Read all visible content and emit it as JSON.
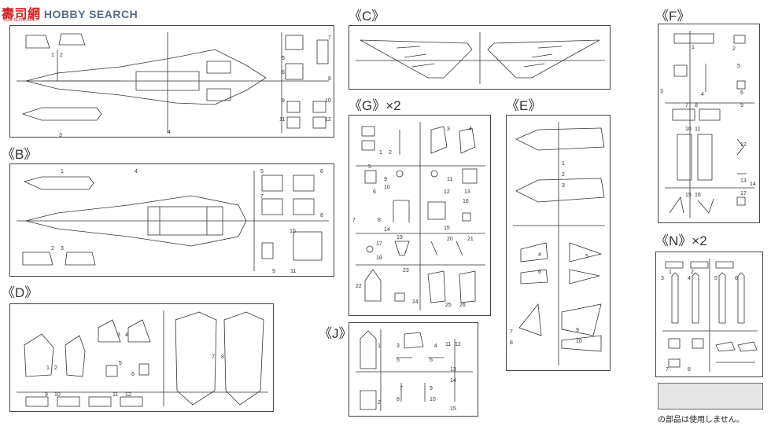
{
  "watermark": {
    "brand": "HOBBY SEARCH",
    "brand_cn": "壽司網",
    "url": "999.sus0.com"
  },
  "runners": {
    "A": {
      "numbers": [
        "1",
        "2",
        "3",
        "4",
        "5",
        "6",
        "7",
        "8",
        "9",
        "10",
        "11",
        "12"
      ]
    },
    "B": {
      "label": "《B》",
      "numbers": [
        "1",
        "2",
        "3",
        "4",
        "5",
        "6",
        "7",
        "8",
        "9",
        "10",
        "11"
      ]
    },
    "C": {
      "label": "《C》"
    },
    "D": {
      "label": "《D》",
      "numbers": [
        "1",
        "2",
        "3",
        "4",
        "5",
        "6",
        "7",
        "8",
        "9",
        "10",
        "11",
        "12"
      ]
    },
    "E": {
      "label": "《E》",
      "numbers": [
        "1",
        "2",
        "3",
        "4",
        "5",
        "6",
        "7",
        "8",
        "9",
        "10"
      ]
    },
    "F": {
      "label": "《F》",
      "numbers": [
        "1",
        "2",
        "3",
        "4",
        "5",
        "6",
        "7",
        "8",
        "9",
        "10",
        "11",
        "12",
        "13",
        "14",
        "15",
        "16",
        "17"
      ]
    },
    "G": {
      "label": "《G》×2",
      "numbers": [
        "1",
        "2",
        "3",
        "4",
        "5",
        "6",
        "7",
        "8",
        "9",
        "10",
        "11",
        "12",
        "13",
        "14",
        "15",
        "16",
        "17",
        "18",
        "19",
        "20",
        "21",
        "22",
        "23",
        "24",
        "25",
        "26"
      ]
    },
    "J": {
      "label": "《J》",
      "numbers": [
        "1",
        "2",
        "3",
        "4",
        "5",
        "6",
        "7",
        "8",
        "9",
        "10",
        "11",
        "12",
        "13",
        "14",
        "15"
      ]
    },
    "N": {
      "label": "《N》×2",
      "numbers": [
        "1",
        "2",
        "3",
        "4",
        "5",
        "6",
        "7",
        "8"
      ]
    }
  },
  "legend": {
    "note": "の部品は使用しません。",
    "swatch_color": "#e6e6e6"
  }
}
